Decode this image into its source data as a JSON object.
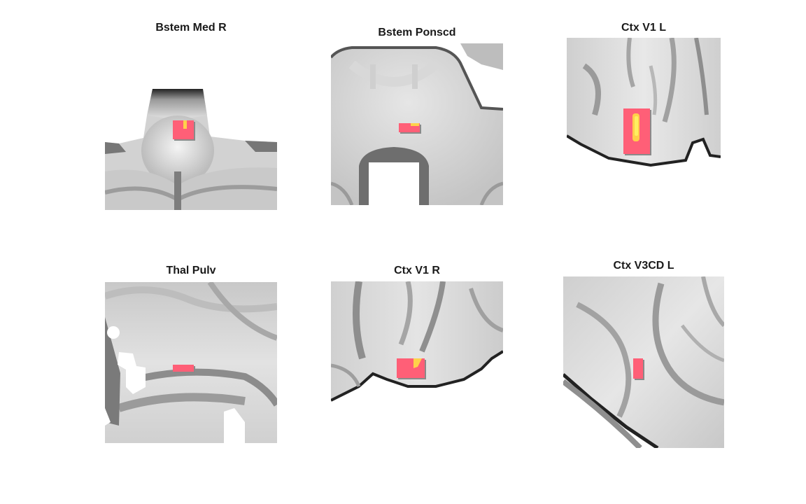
{
  "figure": {
    "panels": [
      {
        "id": "p1",
        "title": "Bstem Med R"
      },
      {
        "id": "p2",
        "title": "Bstem Ponscd"
      },
      {
        "id": "p3",
        "title": "Ctx V1 L"
      },
      {
        "id": "p4",
        "title": "Thal Pulv"
      },
      {
        "id": "p5",
        "title": "Ctx V1 R"
      },
      {
        "id": "p6",
        "title": "Ctx V3CD L"
      }
    ]
  },
  "colors": {
    "background": "#ffffff",
    "overlay_red": "#ff5f77",
    "overlay_yellow": "#ffee44",
    "overlay_shadow": "#8a8a8a"
  }
}
